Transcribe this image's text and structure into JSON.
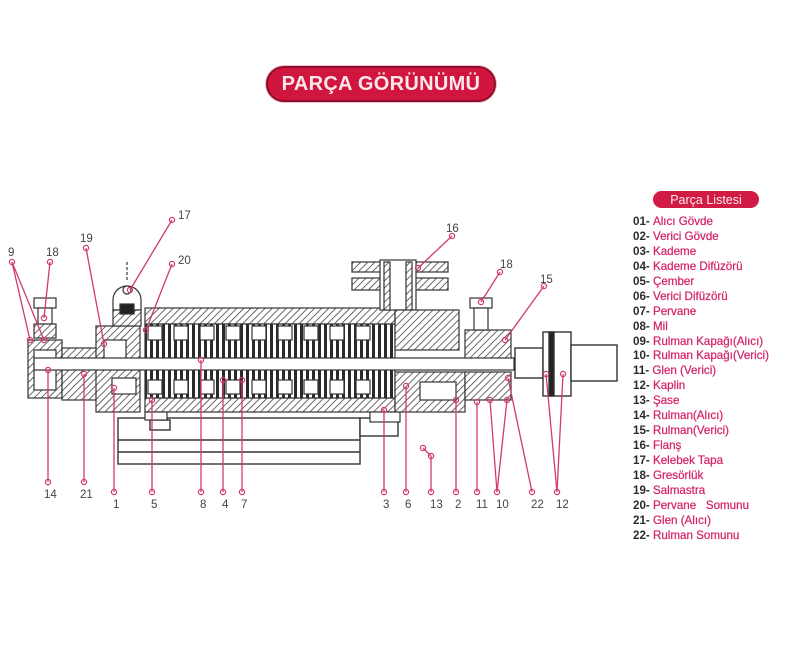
{
  "header": {
    "title": "PARÇA GÖRÜNÜMÜ"
  },
  "parts_list": {
    "title": "Parça Listesi",
    "items": [
      {
        "num": "01-",
        "name": "Alıcı Gövde"
      },
      {
        "num": "02-",
        "name": "Verici Gövde"
      },
      {
        "num": "03-",
        "name": "Kademe"
      },
      {
        "num": "04-",
        "name": "Kademe Difüzörü"
      },
      {
        "num": "05-",
        "name": "Çember"
      },
      {
        "num": "06-",
        "name": "Verici Difüzörü"
      },
      {
        "num": "07-",
        "name": "Pervane"
      },
      {
        "num": "08-",
        "name": "Mil"
      },
      {
        "num": "09-",
        "name": "Rulman Kapağı(Alıcı)"
      },
      {
        "num": "10-",
        "name": "Rulman Kapağı(Verici)"
      },
      {
        "num": "11-",
        "name": "Glen (Verici)"
      },
      {
        "num": "12-",
        "name": "Kaplin"
      },
      {
        "num": "13-",
        "name": "Şase"
      },
      {
        "num": "14-",
        "name": "Rulman(Alıcı)"
      },
      {
        "num": "15-",
        "name": "Rulman(Verici)"
      },
      {
        "num": "16-",
        "name": "Flanş"
      },
      {
        "num": "17-",
        "name": "Kelebek Tapa"
      },
      {
        "num": "18-",
        "name": "Gresörlük"
      },
      {
        "num": "19-",
        "name": "Salmastra"
      },
      {
        "num": "20-",
        "name": "Pervane   Somunu"
      },
      {
        "num": "21-",
        "name": "Glen (Alıcı)"
      },
      {
        "num": "22-",
        "name": "Rulman Somunu"
      }
    ]
  },
  "diagram": {
    "callouts_top": [
      "9",
      "18",
      "19",
      "17",
      "20",
      "16",
      "18",
      "15"
    ],
    "callouts_bottom": [
      "14",
      "21",
      "1",
      "5",
      "8",
      "4",
      "7",
      "3",
      "6",
      "13",
      "2",
      "11",
      "10",
      "22",
      "12"
    ]
  },
  "colors": {
    "accent": "#d0153e",
    "leader": "#d23a6a",
    "line": "#333333",
    "hatch": "#555555"
  }
}
